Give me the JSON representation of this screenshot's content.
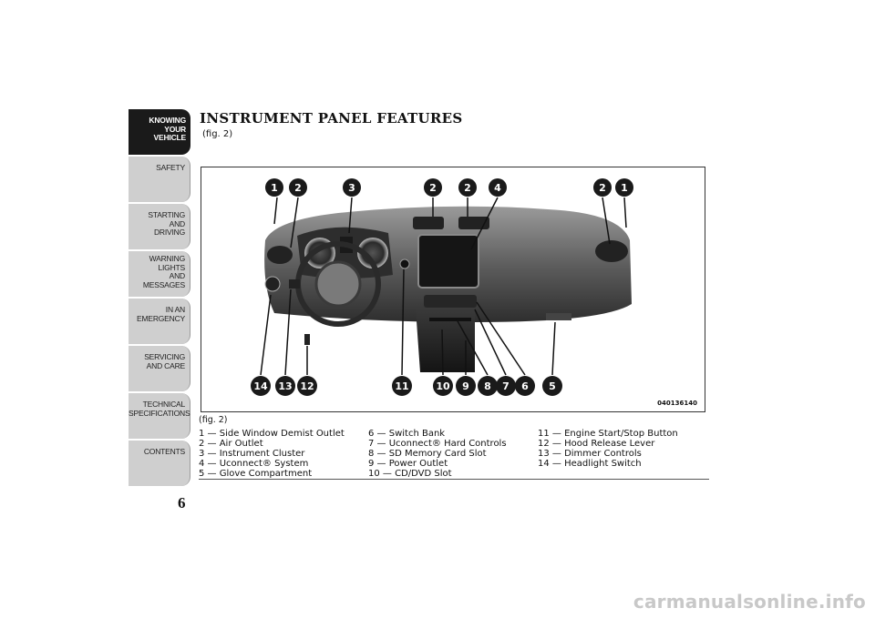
{
  "nav": {
    "tabs": [
      {
        "label": "KNOWING\nYOUR\nVEHICLE",
        "active": true
      },
      {
        "label": "SAFETY",
        "active": false
      },
      {
        "label": "STARTING\nAND\nDRIVING",
        "active": false
      },
      {
        "label": "WARNING\nLIGHTS\nAND\nMESSAGES",
        "active": false
      },
      {
        "label": "IN AN\nEMERGENCY",
        "active": false
      },
      {
        "label": "SERVICING\nAND CARE",
        "active": false
      },
      {
        "label": "TECHNICAL\nSPECIFICATIONS",
        "active": false
      },
      {
        "label": "CONTENTS",
        "active": false
      }
    ]
  },
  "page_number": "6",
  "section": {
    "title": "INSTRUMENT PANEL FEATURES",
    "fig_ref": "(fig.  2)"
  },
  "figure": {
    "image_id": "040136140",
    "caption": "(fig. 2)",
    "callouts_top": [
      "1",
      "2",
      "3",
      "2",
      "2",
      "4",
      "2",
      "1"
    ],
    "callouts_bottom": [
      "14",
      "13",
      "12",
      "11",
      "10",
      "9",
      "8",
      "7",
      "6",
      "5"
    ]
  },
  "legend": {
    "col1": [
      "1 — Side Window Demist Outlet",
      "2 — Air Outlet",
      "3 — Instrument Cluster",
      "4 — Uconnect® System",
      "5 — Glove Compartment"
    ],
    "col2": [
      "6 — Switch Bank",
      "7 — Uconnect® Hard Controls",
      "8 — SD Memory Card Slot",
      "9 — Power Outlet",
      "10 — CD/DVD Slot"
    ],
    "col3": [
      "11 — Engine Start/Stop Button",
      "12 — Hood Release Lever",
      "13 — Dimmer Controls",
      "14 — Headlight Switch"
    ]
  },
  "watermark": "carmanualsonline.info",
  "colors": {
    "active_tab": "#1a1a1a",
    "inactive_tab": "#cfcfcf",
    "callout": "#1a1a1a"
  }
}
